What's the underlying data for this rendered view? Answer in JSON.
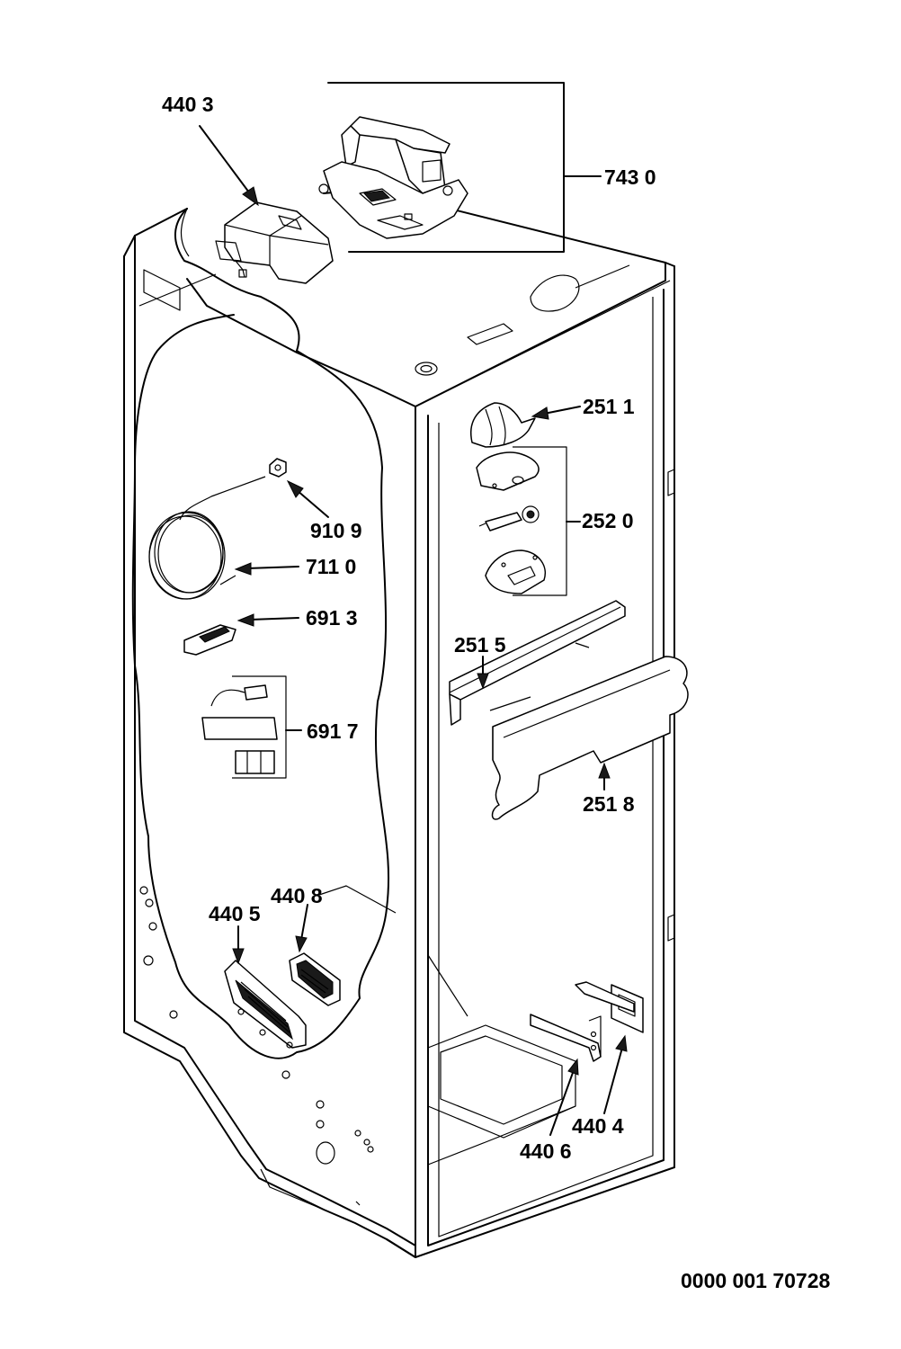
{
  "parts": [
    {
      "id": "p4403",
      "label": "440 3"
    },
    {
      "id": "p7430",
      "label": "743 0"
    },
    {
      "id": "p2511",
      "label": "251 1"
    },
    {
      "id": "p2520",
      "label": "252 0"
    },
    {
      "id": "p9109",
      "label": "910 9"
    },
    {
      "id": "p7110",
      "label": "711 0"
    },
    {
      "id": "p6913",
      "label": "691 3"
    },
    {
      "id": "p2515",
      "label": "251 5"
    },
    {
      "id": "p6917",
      "label": "691 7"
    },
    {
      "id": "p2518",
      "label": "251 8"
    },
    {
      "id": "p4408",
      "label": "440 8"
    },
    {
      "id": "p4405",
      "label": "440 5"
    },
    {
      "id": "p4404",
      "label": "440 4"
    },
    {
      "id": "p4406",
      "label": "440 6"
    }
  ],
  "drawing_number": "0000 001 70728"
}
